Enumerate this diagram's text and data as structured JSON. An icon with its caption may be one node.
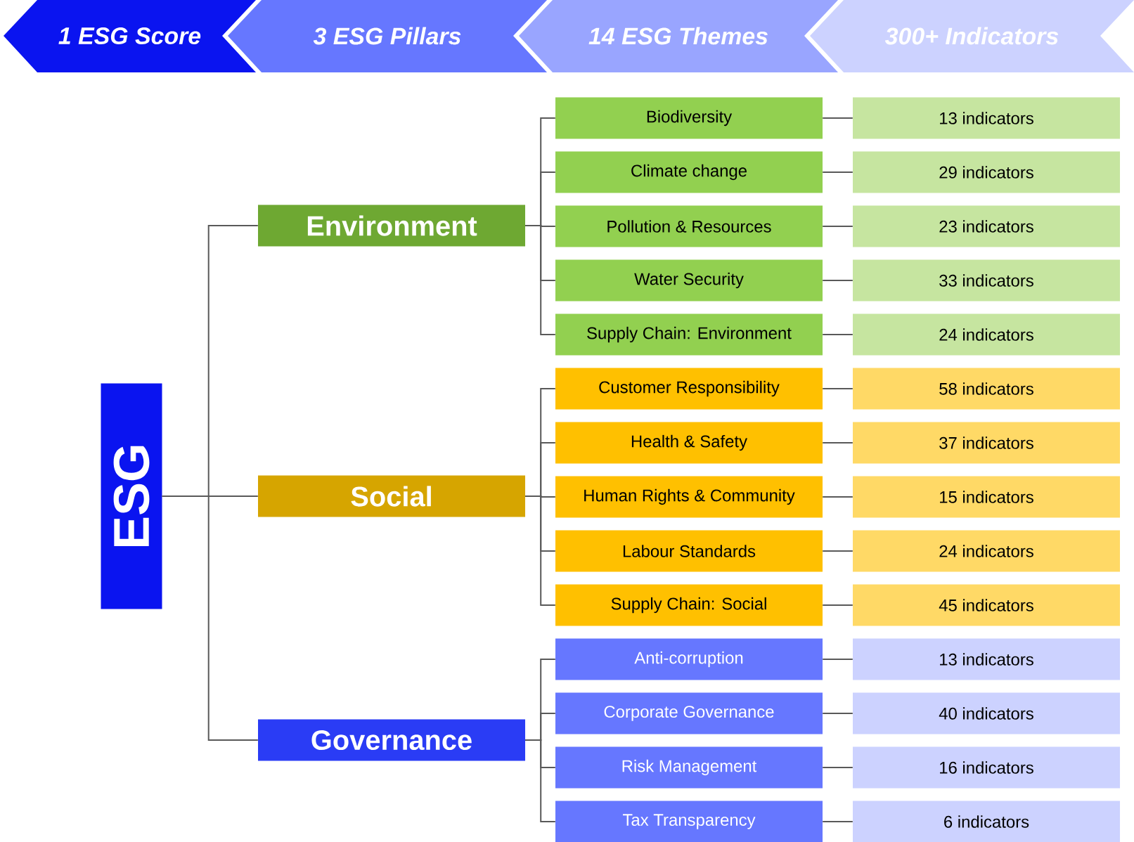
{
  "diagram": {
    "nodes": [
      {
        "text": [
          "1 ESG Score"
        ]
      },
      {
        "text": [
          "3 ESG Pillars"
        ]
      },
      {
        "text": [
          "14 ESG Themes"
        ]
      },
      {
        "text": [
          "300+ Indicators"
        ]
      },
      {
        "text": [
          "ESG"
        ]
      },
      {
        "text": [
          "Environment"
        ]
      },
      {
        "text": [
          "Social"
        ]
      },
      {
        "text": [
          "Governance"
        ]
      },
      {
        "text": [
          "Biodiversity"
        ]
      },
      {
        "text": [
          "Climate change"
        ]
      },
      {
        "text": [
          "Pollution & Resources"
        ]
      },
      {
        "text": [
          "Water Security"
        ]
      },
      {
        "text": [
          "Supply Chain: Environment"
        ]
      },
      {
        "text": [
          "Customer Responsibility"
        ]
      },
      {
        "text": [
          "Health & Safety"
        ]
      },
      {
        "text": [
          "Human Rights & Community"
        ]
      },
      {
        "text": [
          "Labour Standards"
        ]
      },
      {
        "text": [
          "Supply Chain: Social"
        ]
      },
      {
        "text": [
          "Anti-corruption"
        ]
      },
      {
        "text": [
          "Corporate Governance"
        ]
      },
      {
        "text": [
          "Risk Management"
        ]
      },
      {
        "text": [
          "Tax Transparency"
        ]
      },
      {
        "text": [
          "13 indicators"
        ]
      },
      {
        "text": [
          "29 indicators"
        ]
      },
      {
        "text": [
          "23 indicators"
        ]
      },
      {
        "text": [
          "33 indicators"
        ]
      },
      {
        "text": [
          "24 indicators"
        ]
      },
      {
        "text": [
          "58 indicators"
        ]
      },
      {
        "text": [
          "37 indicators"
        ]
      },
      {
        "text": [
          "15 indicators"
        ]
      },
      {
        "text": [
          "24 indicators"
        ]
      },
      {
        "text": [
          "45 indicators"
        ]
      },
      {
        "text": [
          "13 indicators"
        ]
      },
      {
        "text": [
          "40 indicators"
        ]
      },
      {
        "text": [
          "16 indicators"
        ]
      },
      {
        "text": [
          "6 indicators"
        ]
      }
    ],
    "edges": [
      {
        "from": 4,
        "to": 5,
        "arrow": "none"
      },
      {
        "from": 4,
        "to": 6,
        "arrow": "none"
      },
      {
        "from": 4,
        "to": 7,
        "arrow": "none"
      },
      {
        "from": 5,
        "to": 8,
        "arrow": "none"
      },
      {
        "from": 5,
        "to": 9,
        "arrow": "none"
      },
      {
        "from": 5,
        "to": 10,
        "arrow": "none"
      },
      {
        "from": 5,
        "to": 11,
        "arrow": "none"
      },
      {
        "from": 5,
        "to": 12,
        "arrow": "none"
      },
      {
        "from": 6,
        "to": 13,
        "arrow": "none"
      },
      {
        "from": 6,
        "to": 14,
        "arrow": "none"
      },
      {
        "from": 6,
        "to": 15,
        "arrow": "none"
      },
      {
        "from": 6,
        "to": 16,
        "arrow": "none"
      },
      {
        "from": 6,
        "to": 17,
        "arrow": "none"
      },
      {
        "from": 7,
        "to": 18,
        "arrow": "none"
      },
      {
        "from": 7,
        "to": 19,
        "arrow": "none"
      },
      {
        "from": 7,
        "to": 20,
        "arrow": "none"
      },
      {
        "from": 7,
        "to": 21,
        "arrow": "none"
      },
      {
        "from": 8,
        "to": 22,
        "arrow": "none"
      },
      {
        "from": 9,
        "to": 23,
        "arrow": "none"
      },
      {
        "from": 10,
        "to": 24,
        "arrow": "none"
      },
      {
        "from": 11,
        "to": 25,
        "arrow": "none"
      },
      {
        "from": 12,
        "to": 26,
        "arrow": "none"
      },
      {
        "from": 13,
        "to": 27,
        "arrow": "none"
      },
      {
        "from": 14,
        "to": 28,
        "arrow": "none"
      },
      {
        "from": 15,
        "to": 29,
        "arrow": "none"
      },
      {
        "from": 16,
        "to": 30,
        "arrow": "none"
      },
      {
        "from": 17,
        "to": 31,
        "arrow": "none"
      },
      {
        "from": 18,
        "to": 32,
        "arrow": "none"
      },
      {
        "from": 19,
        "to": 33,
        "arrow": "none"
      },
      {
        "from": 20,
        "to": 34,
        "arrow": "none"
      },
      {
        "from": 21,
        "to": 35,
        "arrow": "none"
      }
    ]
  }
}
